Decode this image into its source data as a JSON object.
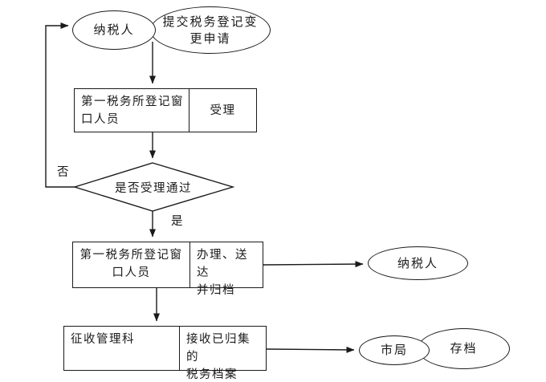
{
  "diagram": {
    "type": "flowchart",
    "background": "#ffffff",
    "line_color": "#1a1a1a",
    "text_color": "#1a1a1a",
    "nodes": {
      "taxpayer_start": "纳税人",
      "submit_application": "提交税务登记变\n更申请",
      "accept_role": "第一税务所登记窗\n口人员",
      "accept_action": "受理",
      "decision": "是否受理通过",
      "process_role": "第一税务所登记窗\n口人员",
      "process_action": "办理、送达\n并归档",
      "taxpayer_result": "纳税人",
      "collection_section": "征收管理科",
      "collection_action": "接收已归集的\n税务档案",
      "city_bureau": "市局",
      "archive": "存档"
    },
    "edge_labels": {
      "no": "否",
      "yes": "是"
    }
  }
}
